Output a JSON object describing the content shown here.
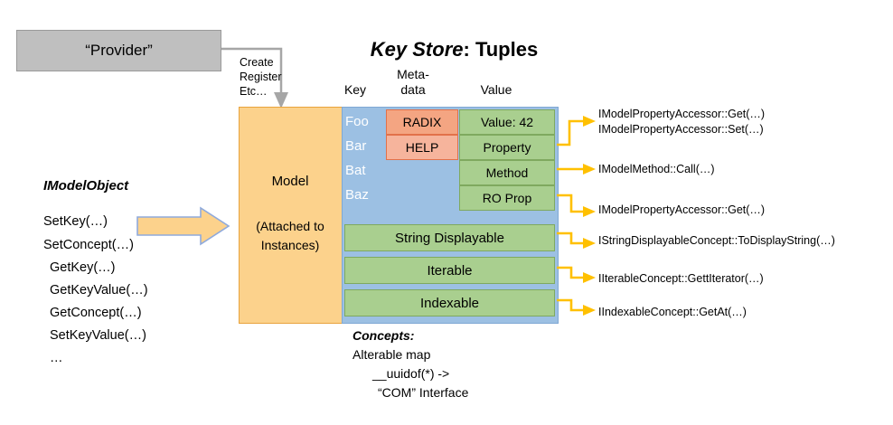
{
  "provider": {
    "label": "“Provider”"
  },
  "create_note": {
    "lines": [
      "Create",
      "Register",
      "Etc…"
    ]
  },
  "title": {
    "emphasis": "Key Store",
    "rest": ": Tuples"
  },
  "columns": {
    "key": "Key",
    "metadata": "Meta-\ndata",
    "metadata_l1": "Meta-",
    "metadata_l2": "data",
    "value": "Value"
  },
  "model": {
    "title": "Model",
    "subtitle_l1": "(Attached to",
    "subtitle_l2": "Instances)"
  },
  "keystore": {
    "keys": [
      "Foo",
      "Bar",
      "Bat",
      "Baz"
    ],
    "metadata": [
      "RADIX",
      "HELP"
    ],
    "values": [
      "Value: 42",
      "Property",
      "Method",
      "RO Prop"
    ],
    "concept_rows": [
      "String Displayable",
      "Iterable",
      "Indexable"
    ]
  },
  "concepts": {
    "header": "Concepts:",
    "line1": "Alterable map",
    "line2": "__uuidof(*) ->",
    "line3": "“COM” Interface"
  },
  "imodelobject": {
    "title": "IModelObject",
    "group1": [
      "SetKey(…)",
      "SetConcept(…)"
    ],
    "group2": [
      "GetKey(…)",
      "GetKeyValue(…)",
      "GetConcept(…)",
      "SetKeyValue(…)",
      "…"
    ]
  },
  "callouts": {
    "property_get": "IModelPropertyAccessor::Get(…)",
    "property_set": "IModelPropertyAccessor::Set(…)",
    "method_call": "IModelMethod::Call(…)",
    "roprop_get": "IModelPropertyAccessor::Get(…)",
    "string_display": "IStringDisplayableConcept::ToDisplayString(…)",
    "iterable": "IIterableConcept::GettIterator(…)",
    "indexable": "IIndexableConcept::GetAt(…)"
  },
  "colors": {
    "provider_fill": "#bfbfbf",
    "model_fill": "#fcd28c",
    "keystore_fill": "#9cc0e3",
    "metadata_fill": "#f4a582",
    "value_fill": "#a9cf8f",
    "arrow_yellow": "#ffc000",
    "arrow_grey": "#a6a6a6"
  }
}
